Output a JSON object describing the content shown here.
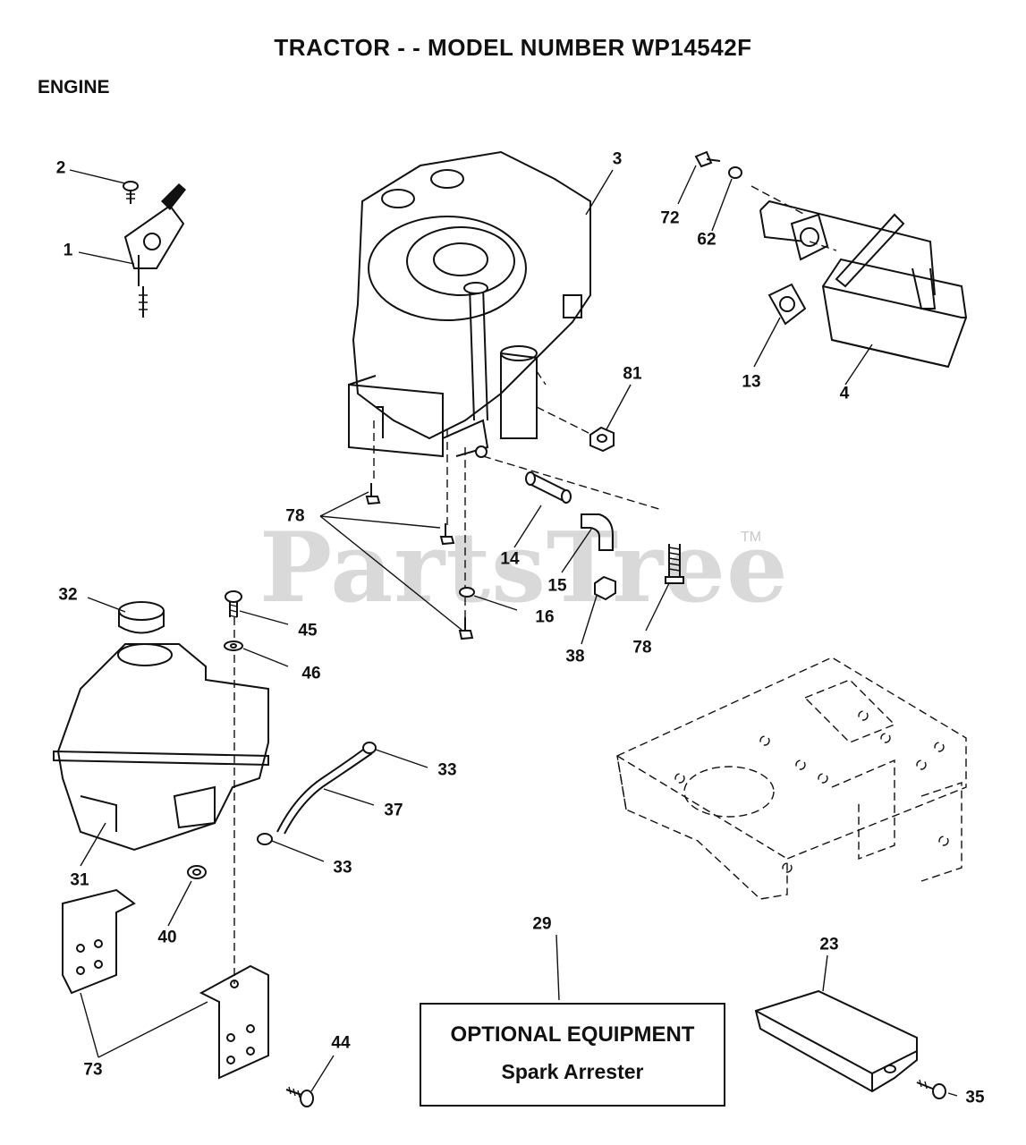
{
  "header": {
    "title": "TRACTOR - - MODEL NUMBER WP14542F",
    "section": "ENGINE"
  },
  "watermark": {
    "text": "PartsTree",
    "trademark": "TM"
  },
  "callouts": {
    "c1": "1",
    "c2": "2",
    "c3": "3",
    "c4": "4",
    "c13": "13",
    "c14": "14",
    "c15": "15",
    "c16": "16",
    "c23": "23",
    "c29": "29",
    "c31": "31",
    "c32": "32",
    "c33a": "33",
    "c33b": "33",
    "c35": "35",
    "c37": "37",
    "c38": "38",
    "c40": "40",
    "c44": "44",
    "c45": "45",
    "c46": "46",
    "c62": "62",
    "c72": "72",
    "c73": "73",
    "c78a": "78",
    "c78b": "78",
    "c81": "81"
  },
  "optional": {
    "line1": "OPTIONAL EQUIPMENT",
    "line2": "Spark Arrester"
  }
}
